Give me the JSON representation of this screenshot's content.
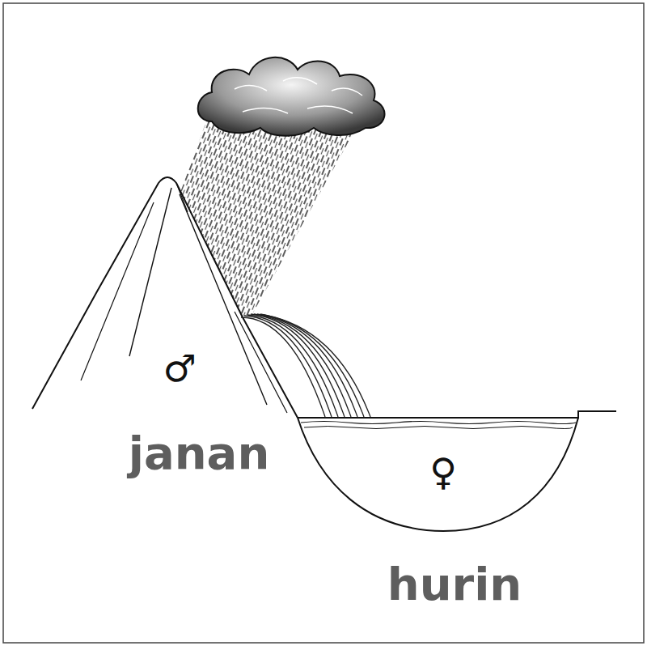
{
  "diagram": {
    "labels": [
      "♂",
      "janan",
      "♀",
      "hurin"
    ]
  }
}
